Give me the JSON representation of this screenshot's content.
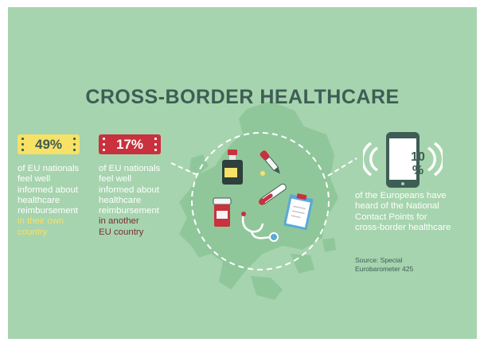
{
  "title": "CROSS-BORDER HEALTHCARE",
  "stats": [
    {
      "value": "49%",
      "lines": [
        "of EU nationals",
        "feel well",
        "informed about",
        "healthcare",
        "reimbursement"
      ],
      "highlight": [
        "in their own",
        "country"
      ],
      "badge_color": "#f7e167",
      "highlight_color": "#f7e167"
    },
    {
      "value": "17%",
      "lines": [
        "of EU nationals",
        "feel well",
        "informed about",
        "healthcare",
        "reimbursement"
      ],
      "highlight": [
        "in another",
        "EU country"
      ],
      "badge_color": "#c8313d",
      "highlight_color": "#7a2d34"
    }
  ],
  "national_contact": {
    "value_line1": "10",
    "value_line2": "%",
    "lines": [
      "of the Europeans have",
      "heard of the National",
      "Contact Points for",
      "cross-border healthcare"
    ]
  },
  "source": [
    "Source: Special",
    "Eurobarometer 425"
  ],
  "icons": [
    "medicine-bottle-icon",
    "eye-dropper-icon",
    "thermometer-icon",
    "clipboard-icon",
    "pill-bottle-icon",
    "stethoscope-icon",
    "smartphone-icon"
  ],
  "colors": {
    "background": "#a6d4ae",
    "map": "#8fc79a",
    "title": "#3e5d55",
    "yellow": "#f7e167",
    "red": "#c8313d",
    "white": "#ffffff"
  }
}
